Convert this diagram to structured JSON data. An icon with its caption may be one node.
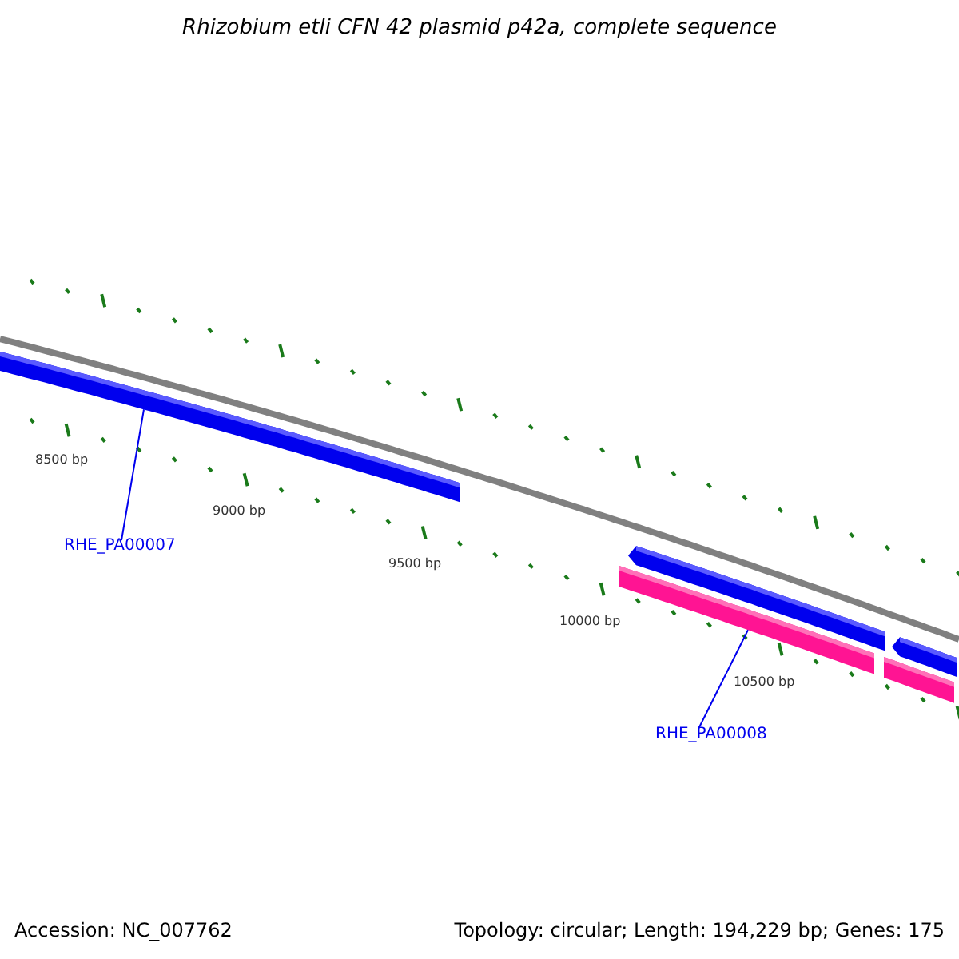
{
  "diagram": {
    "title": "Rhizobium etli CFN 42 plasmid p42a, complete sequence",
    "nodes": [
      {
        "text": [
          "RHE_PA00007"
        ]
      },
      {
        "text": [],
        "shape": "bar"
      },
      {
        "text": [
          "RHE_PA00008"
        ]
      },
      {
        "text": [],
        "shape": "bar"
      }
    ],
    "edges": [
      {
        "from": 0,
        "to": 1,
        "arrow": "none"
      },
      {
        "from": 2,
        "to": 3,
        "arrow": "none"
      }
    ],
    "labels": [
      "8500 bp",
      "9000 bp",
      "9500 bp",
      "10000 bp",
      "10500 bp",
      "Accession: NC_007762",
      "Topology: circular; Length: 194,229 bp; Genes: 175"
    ]
  }
}
